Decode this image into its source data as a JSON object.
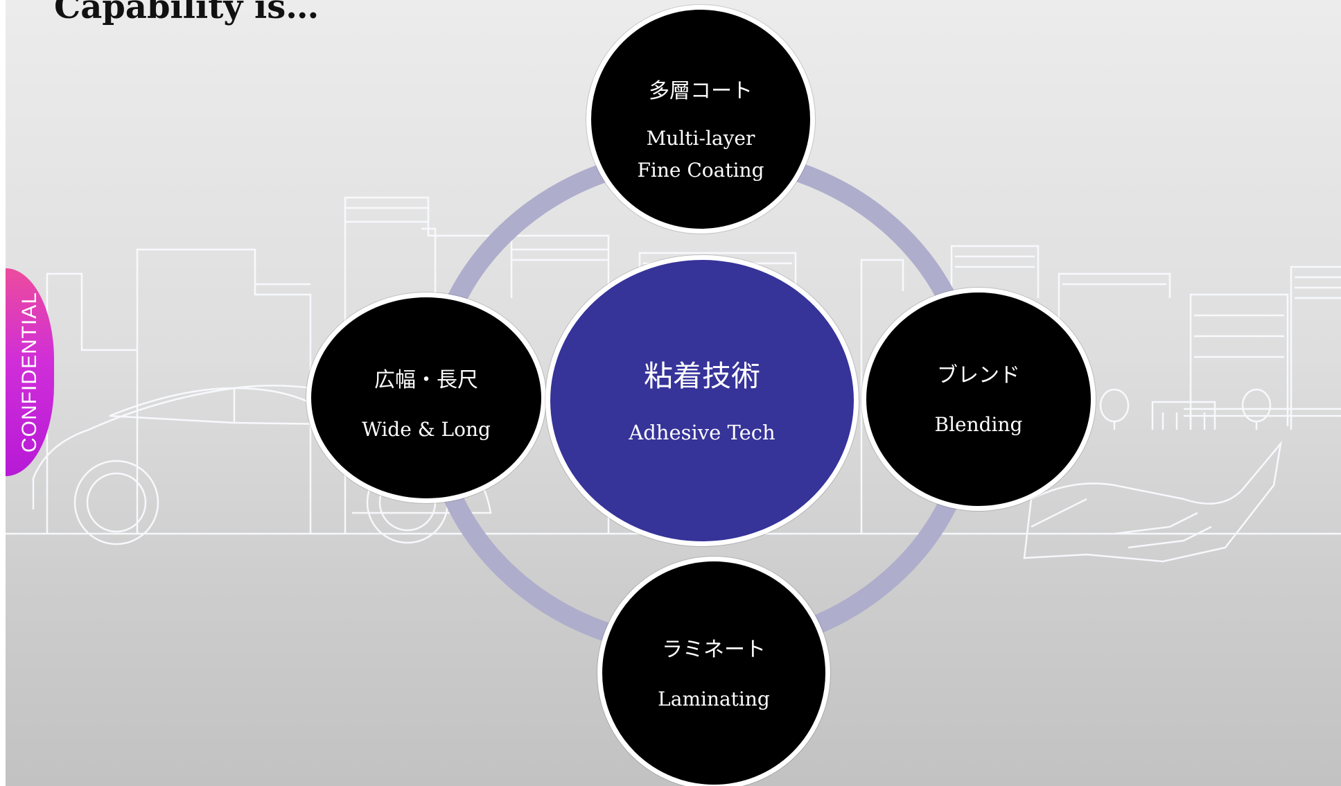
{
  "slide": {
    "title": "Capability is…",
    "confidential_label": "CONFIDENTIAL"
  },
  "colors": {
    "ring": "#aeadcc",
    "center_fill": "#363399",
    "node_fill": "#000000",
    "node_border": "#ffffff",
    "confidential_gradient": [
      "#ec4c9c",
      "#b61ad6"
    ]
  },
  "diagram": {
    "center": {
      "jp": "粘着技術",
      "en": "Adhesive Tech"
    },
    "top": {
      "jp": "多層コート",
      "en": "Multi-layer\nFine Coating"
    },
    "left": {
      "jp": "広幅・長尺",
      "en": "Wide & Long"
    },
    "right": {
      "jp": "ブレンド",
      "en": "Blending"
    },
    "bottom": {
      "jp": "ラミネート",
      "en": "Laminating"
    }
  }
}
